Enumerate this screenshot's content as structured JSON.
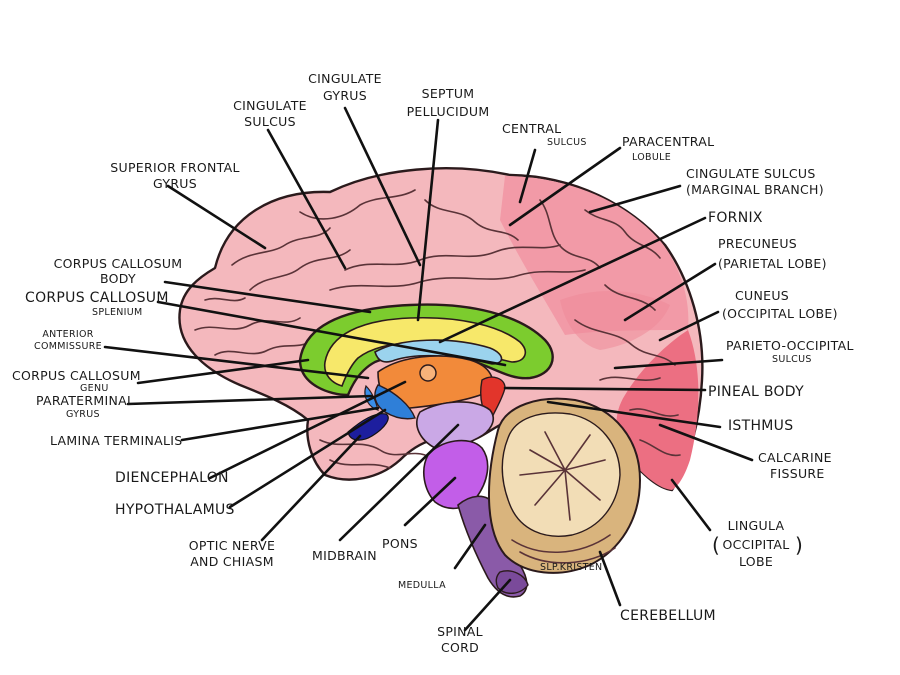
{
  "labels": {
    "cingulate_gyrus": [
      "CINGULATE",
      "GYRUS"
    ],
    "septum_pellucidum": [
      "SEPTUM",
      "PELLUCIDUM"
    ],
    "cingulate_sulcus": [
      "CINGULATE",
      "SULCUS"
    ],
    "central_sulcus": [
      "CENTRAL",
      "SULCUS"
    ],
    "paracentral_lobule": [
      "PARACENTRAL",
      "LOBULE"
    ],
    "superior_frontal_gyrus": [
      "SUPERIOR FRONTAL",
      "GYRUS"
    ],
    "cingulate_sulcus_marginal": [
      "CINGULATE SULCUS",
      "(MARGINAL BRANCH)"
    ],
    "fornix": "FORNIX",
    "corpus_callosum_body": [
      "CORPUS CALLOSUM",
      "BODY"
    ],
    "precuneus": [
      "PRECUNEUS",
      "(PARIETAL LOBE)"
    ],
    "corpus_callosum_splenium": [
      "CORPUS CALLOSUM",
      "SPLENIUM"
    ],
    "cuneus": [
      "CUNEUS",
      "(OCCIPITAL LOBE)"
    ],
    "anterior_commissure": [
      "ANTERIOR",
      "COMMISSURE"
    ],
    "parieto_occipital_sulcus": [
      "PARIETO-OCCIPITAL",
      "SULCUS"
    ],
    "corpus_callosum_genu": [
      "CORPUS CALLOSUM",
      "GENU"
    ],
    "pineal_body": "PINEAL BODY",
    "paraterminal_gyrus": [
      "PARATERMINAL",
      "GYRUS"
    ],
    "isthmus": "ISTHMUS",
    "lamina_terminalis": "LAMINA TERMINALIS",
    "calcarine_fissure": [
      "CALCARINE",
      "FISSURE"
    ],
    "diencephalon": "DIENCEPHALON",
    "hypothalamus": "HYPOTHALAMUS",
    "lingula": [
      "LINGULA",
      "(OCCIPITAL)",
      "LOBE"
    ],
    "optic_nerve_chiasm": [
      "OPTIC NERVE",
      "AND CHIASM"
    ],
    "midbrain": "MIDBRAIN",
    "pons": "PONS",
    "medulla": "MEDULLA",
    "cerebellum": "CEREBELLUM",
    "spinal_cord": [
      "SPINAL",
      "CORD"
    ],
    "signature": "SLP.KRISTEN"
  },
  "colors": {
    "frontal_pink": "#f4b8bd",
    "parietal_pink": "#f29aa7",
    "occipital_pink": "#ec6f82",
    "temporal_pink": "#e8a9b0",
    "cc_green": "#7ccc2e",
    "cc_yellow": "#f7e86a",
    "fornix_blue": "#9bd3ee",
    "thalamus_orange": "#f28a3a",
    "pineal_red": "#e2352b",
    "hypothalamus_blue": "#2f7fd8",
    "optic_navy": "#1d1e9e",
    "midbrain_lavender": "#caa8e6",
    "pons_magenta": "#c25ee8",
    "medulla_purple": "#8a5aa8",
    "cerebellum_tan": "#e6c79a"
  }
}
